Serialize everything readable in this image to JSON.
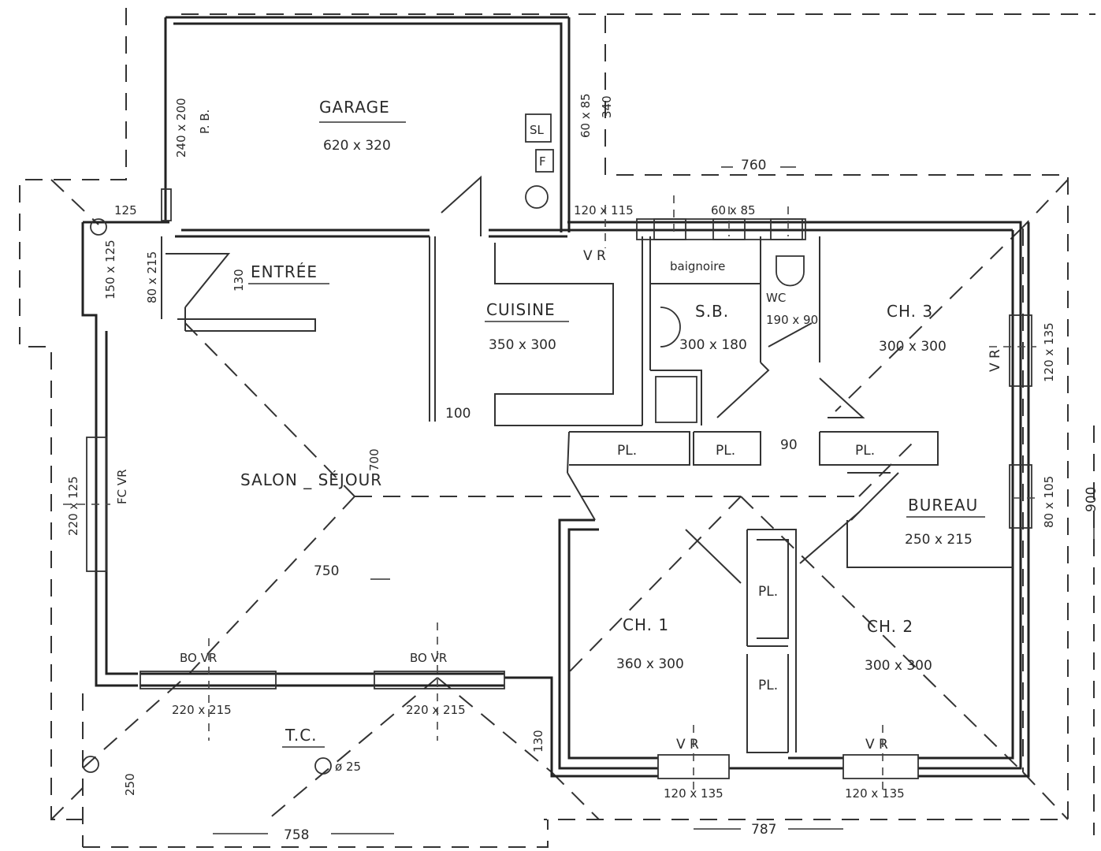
{
  "rooms": {
    "garage": {
      "name": "GARAGE",
      "size": "620 x 320"
    },
    "entree": {
      "name": "ENTRÉE"
    },
    "cuisine": {
      "name": "CUISINE",
      "size": "350 x 300"
    },
    "sb": {
      "name": "S.B.",
      "size": "300 x 180"
    },
    "wc": {
      "name": "WC",
      "size": "190 x 90"
    },
    "ch3": {
      "name": "CH. 3",
      "size": "300 x 300"
    },
    "salon": {
      "name": "SALON _ SÉJOUR"
    },
    "bureau": {
      "name": "BUREAU",
      "size": "250 x 215"
    },
    "ch1": {
      "name": "CH. 1",
      "size": "360 x 300"
    },
    "ch2": {
      "name": "CH. 2",
      "size": "300 x 300"
    },
    "tc": {
      "name": "T.C."
    }
  },
  "fixtures": {
    "baignoire": "baignoire",
    "pl": "PL.",
    "sl": "SL",
    "f": "F"
  },
  "openings": {
    "pb": "P. B.",
    "garage_door": "240 x 200",
    "entry_window": "150 x 125",
    "entry_door": "80 x 215",
    "top_window_1": "120 x 115",
    "top_window_2": "60 x 85",
    "garage_side": "60 x 85",
    "ch3_window": "120 x 135",
    "bureau_window": "80 x 105",
    "salon_side": "220 x 125",
    "salon_bay_1": "220 x 215",
    "salon_bay_2": "220 x 215",
    "ch1_window": "120 x 135",
    "ch2_window": "120 x 135",
    "vr": "V R",
    "bo_vr": "BO VR",
    "fc_vr": "FC VR"
  },
  "dimensions": {
    "top_760": "760",
    "garage_depth": "340",
    "left_125": "125",
    "d_130": "130",
    "d_100": "100",
    "d_90": "90",
    "d_700": "700",
    "d_750": "750",
    "right_900": "900",
    "bottom_758": "758",
    "bottom_787": "787",
    "d_250": "250",
    "d_130b": "130",
    "tc_diam": "ø 25"
  }
}
